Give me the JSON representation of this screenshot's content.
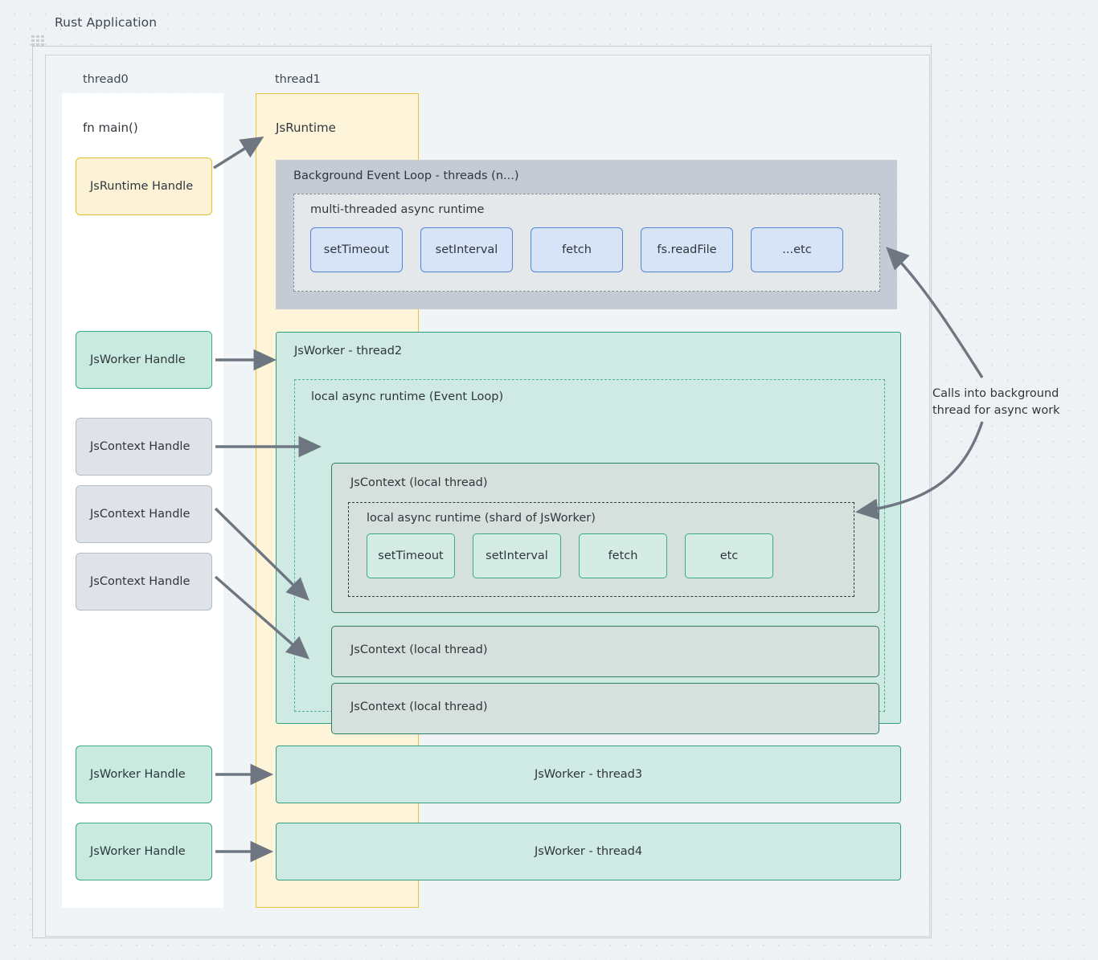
{
  "app": {
    "title": "Rust Application"
  },
  "lanes": [
    {
      "id": "thread0",
      "label": "thread0"
    },
    {
      "id": "thread1",
      "label": "thread1"
    }
  ],
  "thread0": {
    "title": "fn main()",
    "handles": [
      {
        "id": "jsruntime-handle",
        "label": "JsRuntime Handle",
        "style": "yellow"
      },
      {
        "id": "jsworker-handle-1",
        "label": "JsWorker Handle",
        "style": "green"
      },
      {
        "id": "jscontext-handle-1",
        "label": "JsContext Handle",
        "style": "grey"
      },
      {
        "id": "jscontext-handle-2",
        "label": "JsContext Handle",
        "style": "grey"
      },
      {
        "id": "jscontext-handle-3",
        "label": "JsContext Handle",
        "style": "grey"
      },
      {
        "id": "jsworker-handle-2",
        "label": "JsWorker Handle",
        "style": "green"
      },
      {
        "id": "jsworker-handle-3",
        "label": "JsWorker Handle",
        "style": "green"
      }
    ]
  },
  "thread1": {
    "title": "JsRuntime",
    "background_event_loop": {
      "title": "Background Event Loop - threads (n...)",
      "multi_threaded_runtime": {
        "title": "multi-threaded async runtime",
        "chips": [
          "setTimeout",
          "setInterval",
          "fetch",
          "fs.readFile",
          "...etc"
        ]
      }
    },
    "jsworker_thread2": {
      "title": "JsWorker - thread2",
      "local_event_loop": {
        "title": "local async runtime (Event Loop)",
        "contexts": [
          {
            "title": "JsContext (local thread)",
            "shard_runtime": {
              "title": "local async runtime (shard of JsWorker)",
              "chips": [
                "setTimeout",
                "setInterval",
                "fetch",
                "etc"
              ]
            }
          },
          {
            "title": "JsContext (local thread)"
          },
          {
            "title": "JsContext (local thread)"
          }
        ]
      }
    },
    "worker_bars": [
      {
        "id": "jsworker-thread3",
        "label": "JsWorker - thread3"
      },
      {
        "id": "jsworker-thread4",
        "label": "JsWorker - thread4"
      }
    ]
  },
  "annotation": {
    "line1": "Calls into background",
    "line2": "thread for async work"
  },
  "colors": {
    "canvas_background": "#eff2f5",
    "grid_dot": "#d3d9de",
    "yellow_fill": "#fdf4d9",
    "yellow_border": "#e8c33e",
    "green_fill": "#cfeae2",
    "green_border": "#2e9e80",
    "grey_fill": "#dfe3e7",
    "grey_border": "#b6bfc7",
    "blue_chip_fill": "#d7e3f7",
    "blue_chip_border": "#5186d6",
    "bg_loop_fill": "#c4cbd4",
    "arrow": "#6e7781",
    "text": "#2f363d"
  }
}
